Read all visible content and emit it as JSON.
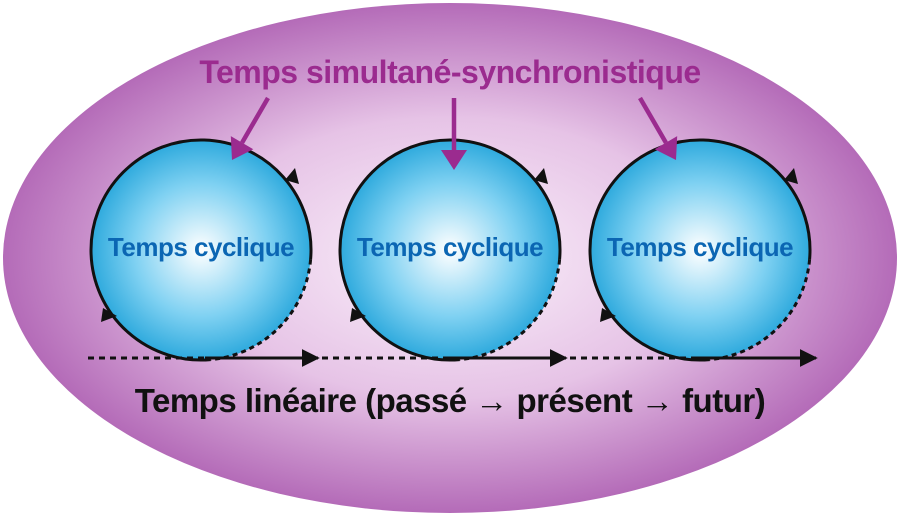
{
  "title": "Temps simultané-synchronistique",
  "cycles": [
    {
      "label": "Temps cyclique"
    },
    {
      "label": "Temps cyclique"
    },
    {
      "label": "Temps cyclique"
    }
  ],
  "linear": {
    "prefix": "Temps linéaire (passé",
    "arrow": "→",
    "middle": "présent",
    "suffix": "futur)"
  },
  "colors": {
    "ellipse_edge": "#b46bb8",
    "ellipse_center": "#fbf2fb",
    "circle_center": "#ffffff",
    "circle_edge": "#1aa0d8",
    "label_blue": "#0b66b3",
    "accent_purple": "#9b2b8f",
    "ink": "#111111"
  }
}
